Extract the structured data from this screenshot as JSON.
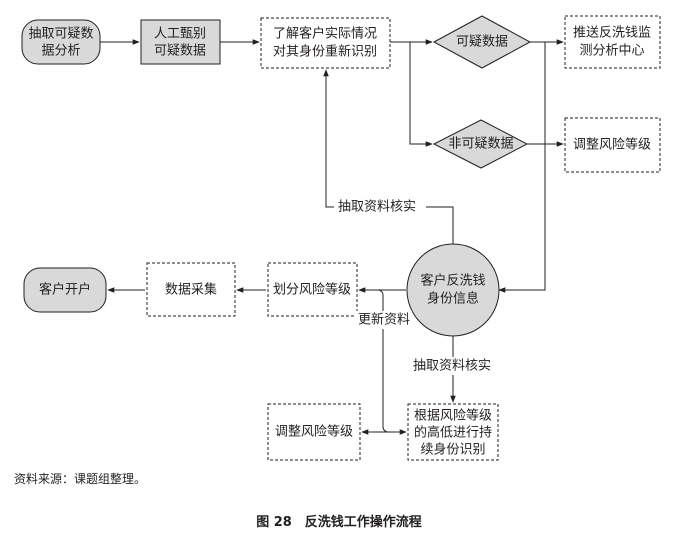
{
  "nodes": {
    "extract_suspicious": [
      "抽取可疑数",
      "据分析"
    ],
    "manual_screening": [
      "人工甄别",
      "可疑数据"
    ],
    "understand_customer": [
      "了解客户实际情况",
      "对其身份重新识别"
    ],
    "suspicious_data": "可疑数据",
    "non_suspicious_data": "非可疑数据",
    "push_center": [
      "推送反洗钱监",
      "测分析中心"
    ],
    "adjust_risk_top": "调整风险等级",
    "customer_aml_info": [
      "客户反洗钱",
      "身份信息"
    ],
    "classify_risk": "划分风险等级",
    "data_collection": "数据采集",
    "account_opening": "客户开户",
    "adjust_risk_bottom": "调整风险等级",
    "ongoing_identification": [
      "根据风险等级",
      "的高低进行持",
      "续身份识别"
    ]
  },
  "edge_labels": {
    "verify_top": "抽取资料核实",
    "update_data": "更新资料",
    "verify_bottom": "抽取资料核实"
  },
  "source_note": "资料来源：课题组整理。",
  "caption": "图 28　反洗钱工作操作流程"
}
